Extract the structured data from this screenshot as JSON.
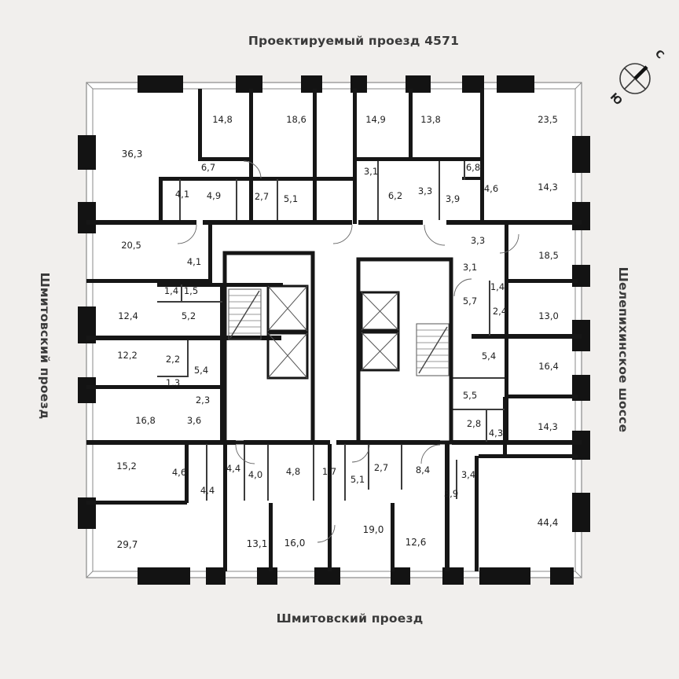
{
  "streets": {
    "top": "Проектируемый проезд 4571",
    "bottom": "Шмитовский проезд",
    "left": "Шмитовский проезд",
    "right": "Шелепихинское шоссе"
  },
  "compass": {
    "north": "С",
    "south": "Ю"
  },
  "colors": {
    "background": "#f1efed",
    "plan_fill": "#ffffff",
    "wall": "#161616",
    "thin_wall": "#3c3c3c",
    "outline": "#8a8a8a",
    "text": "#3a3a3a"
  },
  "rooms": [
    "36,3",
    "14,8",
    "18,6",
    "14,9",
    "13,8",
    "23,5",
    "6,7",
    "3,1",
    "6,8",
    "4,1",
    "4,9",
    "2,7",
    "5,1",
    "6,2",
    "3,3",
    "3,9",
    "4,6",
    "14,3",
    "20,5",
    "3,3",
    "4,1",
    "18,5",
    "3,1",
    "1,4",
    "1,5",
    "1,4",
    "5,7",
    "2,4",
    "12,4",
    "5,2",
    "13,0",
    "12,2",
    "2,2",
    "5,4",
    "5,4",
    "16,4",
    "1,3",
    "2,3",
    "5,5",
    "16,8",
    "3,6",
    "2,8",
    "14,3",
    "4,3",
    "15,2",
    "4,6",
    "4,4",
    "4,0",
    "4,8",
    "1,7",
    "2,7",
    "8,4",
    "3,4",
    "4,4",
    "5,1",
    "3,9",
    "29,7",
    "13,1",
    "16,0",
    "19,0",
    "12,6",
    "44,4"
  ]
}
